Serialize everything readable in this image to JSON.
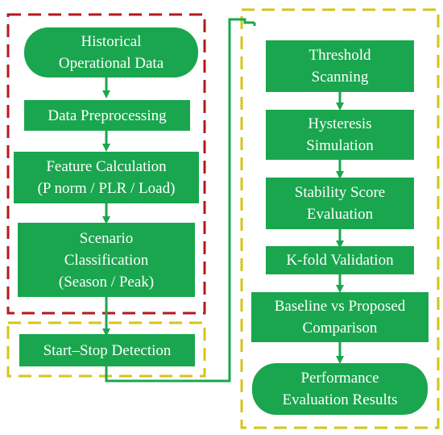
{
  "colors": {
    "node_fill": "#1aa64e",
    "node_text": "#ffffff",
    "arrow": "#1aa64e",
    "left_region_border": "#b5191c",
    "right_region_border": "#d4c41a",
    "bottom_region_border": "#d4c41a"
  },
  "left_column": {
    "historical": "Historical\nOperational Data",
    "preprocessing": "Data Preprocessing",
    "features": "Feature Calculation\n(P norm / PLR / Load)",
    "classification": "Scenario\nClassification\n(Season / Peak)",
    "startstop": "Start–Stop Detection"
  },
  "right_column": {
    "threshold": "Threshold\nScanning",
    "hysteresis": "Hysteresis\nSimulation",
    "stability": "Stability Score\nEvaluation",
    "kfold": "K-fold Validation",
    "baseline": "Baseline vs Proposed\nComparison",
    "results": "Performance\nEvaluation Results"
  }
}
